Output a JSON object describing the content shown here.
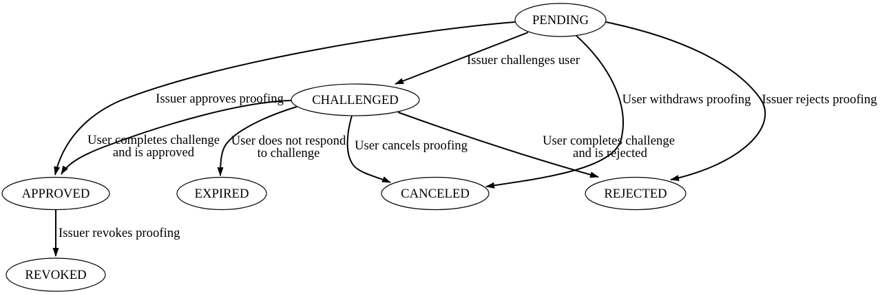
{
  "diagram": {
    "type": "state-machine-graph",
    "colors": {
      "background": "#ffffff",
      "node_fill": "#ffffff",
      "line": "#000000",
      "text": "#000000"
    },
    "nodes": [
      {
        "id": "pending",
        "label": "PENDING"
      },
      {
        "id": "challenged",
        "label": "CHALLENGED"
      },
      {
        "id": "approved",
        "label": "APPROVED"
      },
      {
        "id": "expired",
        "label": "EXPIRED"
      },
      {
        "id": "canceled",
        "label": "CANCELED"
      },
      {
        "id": "rejected",
        "label": "REJECTED"
      },
      {
        "id": "revoked",
        "label": "REVOKED"
      }
    ],
    "edges": [
      {
        "from": "PENDING",
        "to": "CHALLENGED",
        "label": "Issuer challenges user"
      },
      {
        "from": "PENDING",
        "to": "APPROVED",
        "label": "Issuer approves proofing"
      },
      {
        "from": "PENDING",
        "to": "CANCELED",
        "label": "User withdraws proofing"
      },
      {
        "from": "PENDING",
        "to": "REJECTED",
        "label": "Issuer rejects proofing"
      },
      {
        "from": "CHALLENGED",
        "to": "APPROVED",
        "lines": [
          "User completes challenge",
          "and is approved"
        ]
      },
      {
        "from": "CHALLENGED",
        "to": "EXPIRED",
        "lines": [
          "User does not respond",
          "to challenge"
        ]
      },
      {
        "from": "CHALLENGED",
        "to": "CANCELED",
        "label": "User cancels proofing"
      },
      {
        "from": "CHALLENGED",
        "to": "REJECTED",
        "lines": [
          "User completes challenge",
          "and is rejected"
        ]
      },
      {
        "from": "APPROVED",
        "to": "REVOKED",
        "label": "Issuer revokes proofing"
      }
    ]
  }
}
